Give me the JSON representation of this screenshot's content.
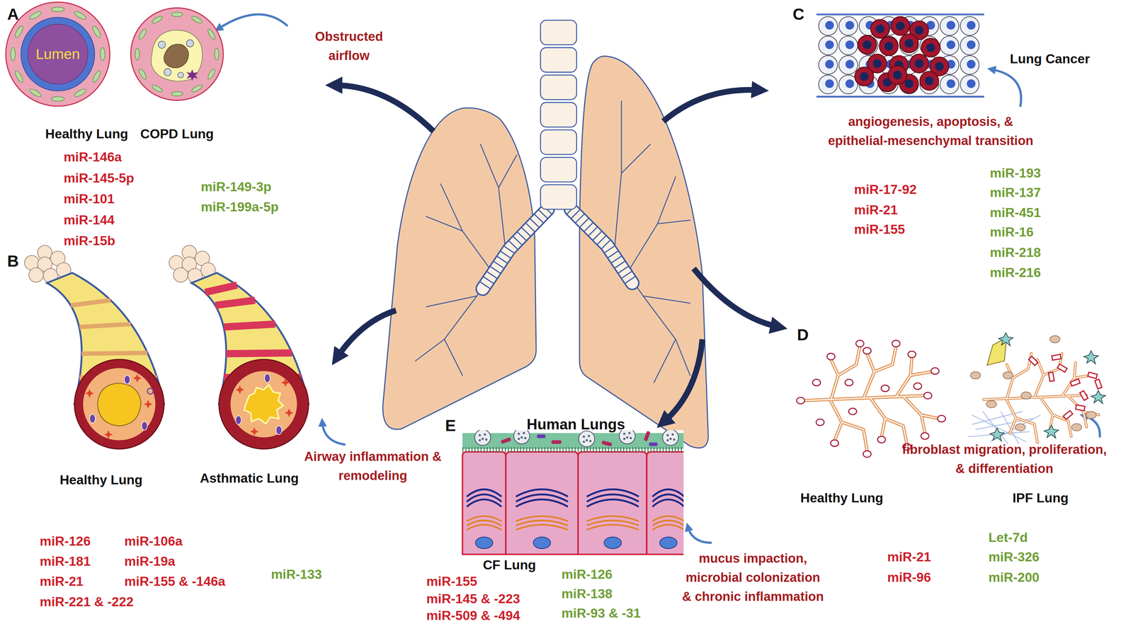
{
  "diagram": {
    "nodes": [
      {
        "text": [
          "Lumen"
        ]
      }
    ],
    "labels": [
      "A",
      "Obstructed airflow",
      "Healthy Lung",
      "COPD Lung",
      "miR-146a",
      "miR-145-5p",
      "miR-101",
      "miR-144",
      "miR-15b",
      "miR-149-3p",
      "miR-199a-5p",
      "B",
      "Healthy Lung",
      "Asthmatic Lung",
      "Airway inflammation & remodeling",
      "miR-126",
      "miR-106a",
      "miR-181",
      "miR-19a",
      "miR-21",
      "miR-155 & -146a",
      "miR-221 & -222",
      "miR-133",
      "C",
      "Lung Cancer",
      "angiogenesis, apoptosis, & epithelial-mesenchymal transition",
      "miR-17-92",
      "miR-21",
      "miR-155",
      "miR-193",
      "miR-137",
      "miR-451",
      "miR-16",
      "miR-218",
      "miR-216",
      "Human Lungs",
      "D",
      "Healthy Lung",
      "IPF Lung",
      "fibroblast migration, proliferation, & differentiation",
      "miR-21",
      "miR-96",
      "Let-7d",
      "miR-326",
      "miR-200",
      "E",
      "CF Lung",
      "mucus impaction, microbial colonization & chronic inflammation",
      "miR-155",
      "miR-145 & -223",
      "miR-509 & -494",
      "miR-126",
      "miR-138",
      "miR-93 & -31"
    ]
  }
}
